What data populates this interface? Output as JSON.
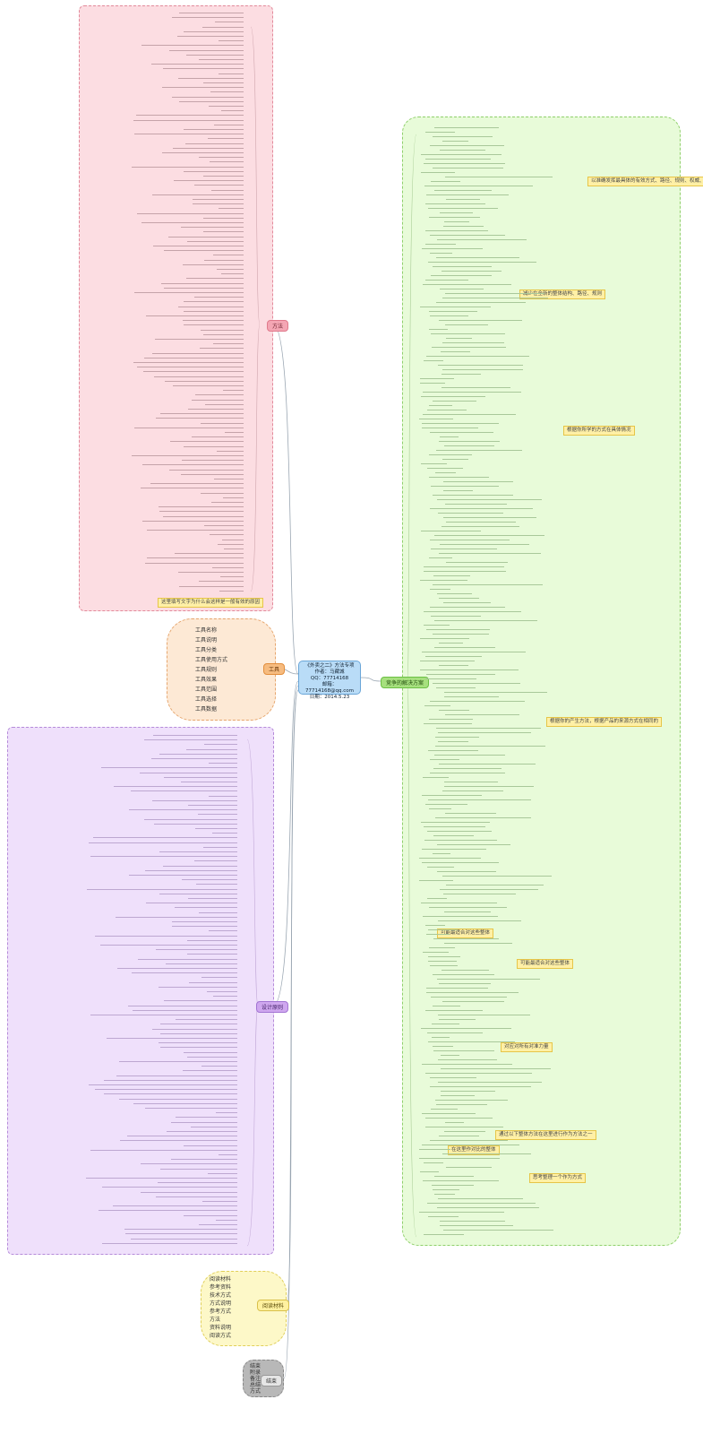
{
  "central": {
    "line1": "《外卖之二》方法专项",
    "line2": "作者：马藏城",
    "line3": "QQ：77714168",
    "line4": "邮箱：77714168@qq.com",
    "line5": "日期：2014.5.23"
  },
  "branches": {
    "pink": "方法",
    "peach": "工具",
    "purple": "设计原则",
    "yellow": "阅读材料",
    "gray": "结束",
    "green": "竞争的解决方案"
  },
  "highlights": {
    "pink_note": "这里填写文字为什么会这样是一般有效的原因",
    "green_1": "以准确发挥最具体的有效方式、路径、规则、权威、方向、效能",
    "green_2": "减少在全新的整体结构、路径、规则",
    "green_3": "根据你所学的方式在具体情况",
    "green_4": "根据你的产生方法，根据产品的来源方式在相同的",
    "green_5": "可能最适合对这些整体",
    "green_6": "对应对所有对准力量",
    "green_7": "在这里作对比的整体",
    "green_8": "通过以下整体方法在这里进行作为方法之一",
    "green_9": "思考整理一个作为方式"
  },
  "peach_items": [
    "工具名称",
    "工具说明",
    "工具分类",
    "工具使用方式",
    "工具规则",
    "工具效果",
    "工具范围",
    "工具选择",
    "工具数据"
  ],
  "yellow_items": [
    "阅读材料",
    "参考资料",
    "技术方式",
    "方式说明",
    "参考方式",
    "方法",
    "资料说明",
    "阅读方式"
  ],
  "gray_items": [
    "结束",
    "附录",
    "备注",
    "总结",
    "方式"
  ]
}
